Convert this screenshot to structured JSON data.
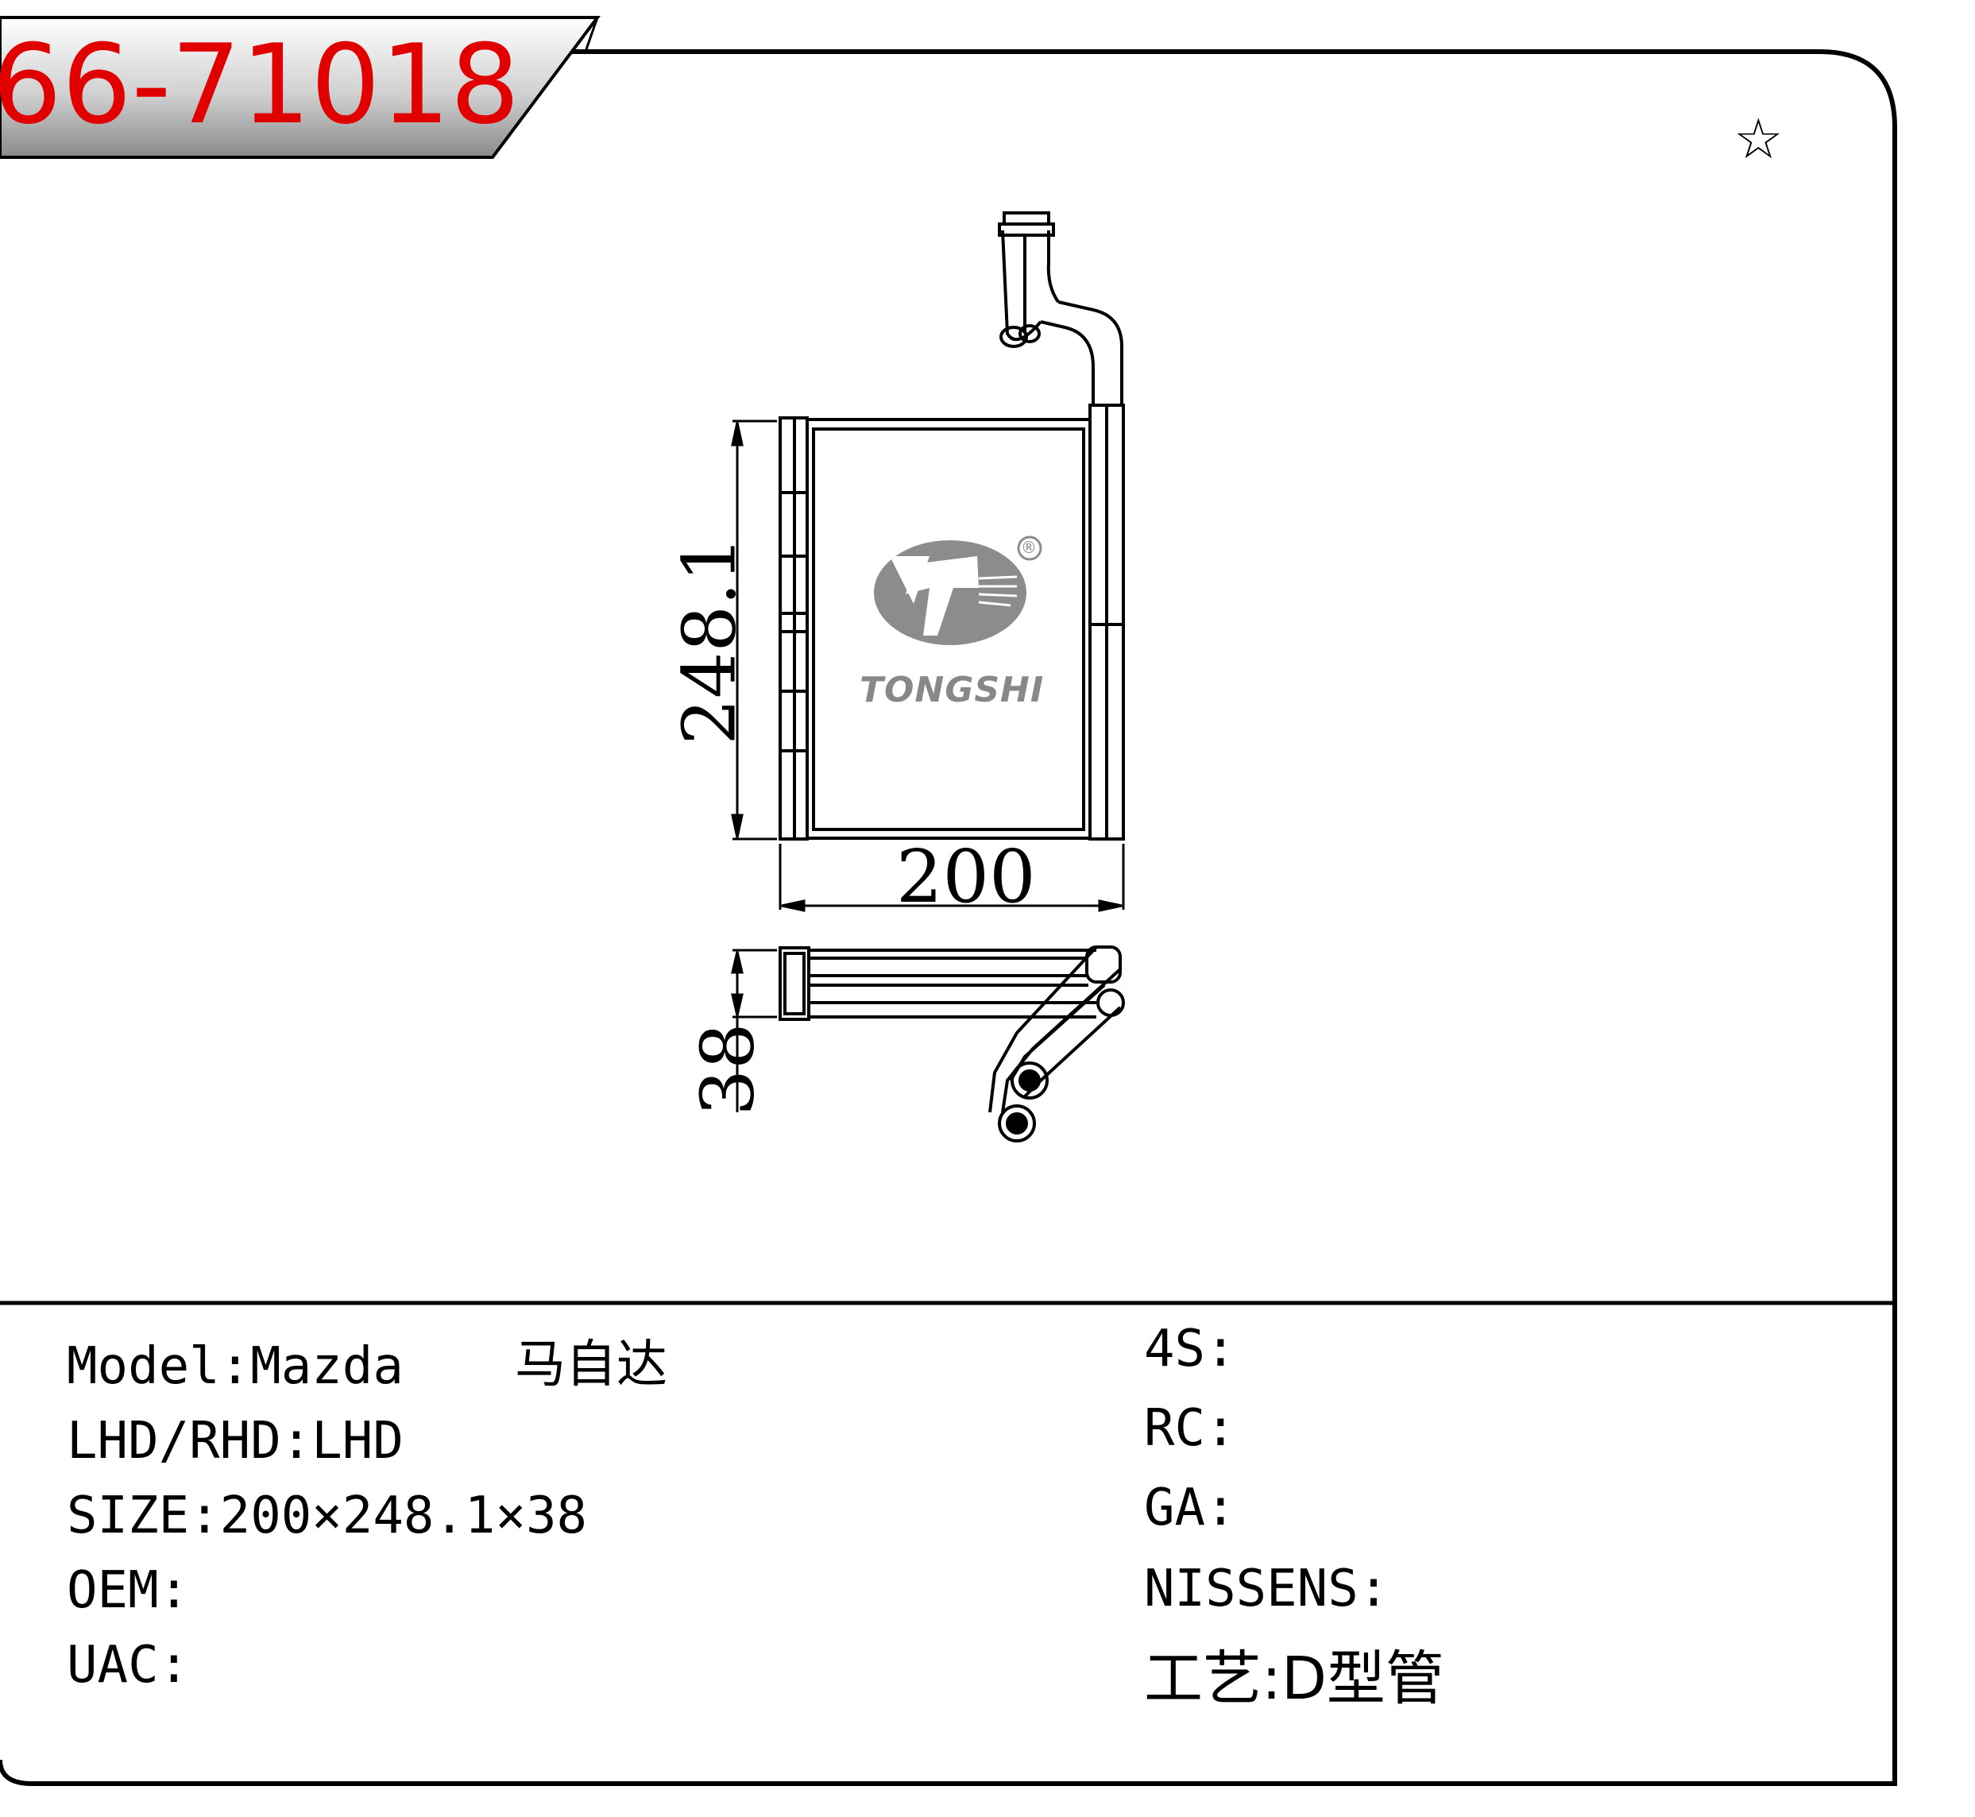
{
  "part_number": "66-71018",
  "star_mark": "☆",
  "brand": {
    "name": "TONGSHI",
    "registered_mark": "®"
  },
  "dimensions": {
    "width": "200",
    "height": "248.1",
    "depth": "38"
  },
  "specs_left": [
    {
      "label": "Model:",
      "value": "Mazda",
      "extra": "马自达"
    },
    {
      "label": "LHD/RHD:",
      "value": "LHD"
    },
    {
      "label": "SIZE:",
      "value": "200×248.1×38"
    },
    {
      "label": "OEM:",
      "value": ""
    },
    {
      "label": "UAC:",
      "value": ""
    }
  ],
  "specs_right": [
    {
      "label": "4S:",
      "value": ""
    },
    {
      "label": "RC:",
      "value": ""
    },
    {
      "label": "GA:",
      "value": ""
    },
    {
      "label": "NISSENS:",
      "value": ""
    },
    {
      "label": "工艺:",
      "value": "D型管"
    }
  ]
}
